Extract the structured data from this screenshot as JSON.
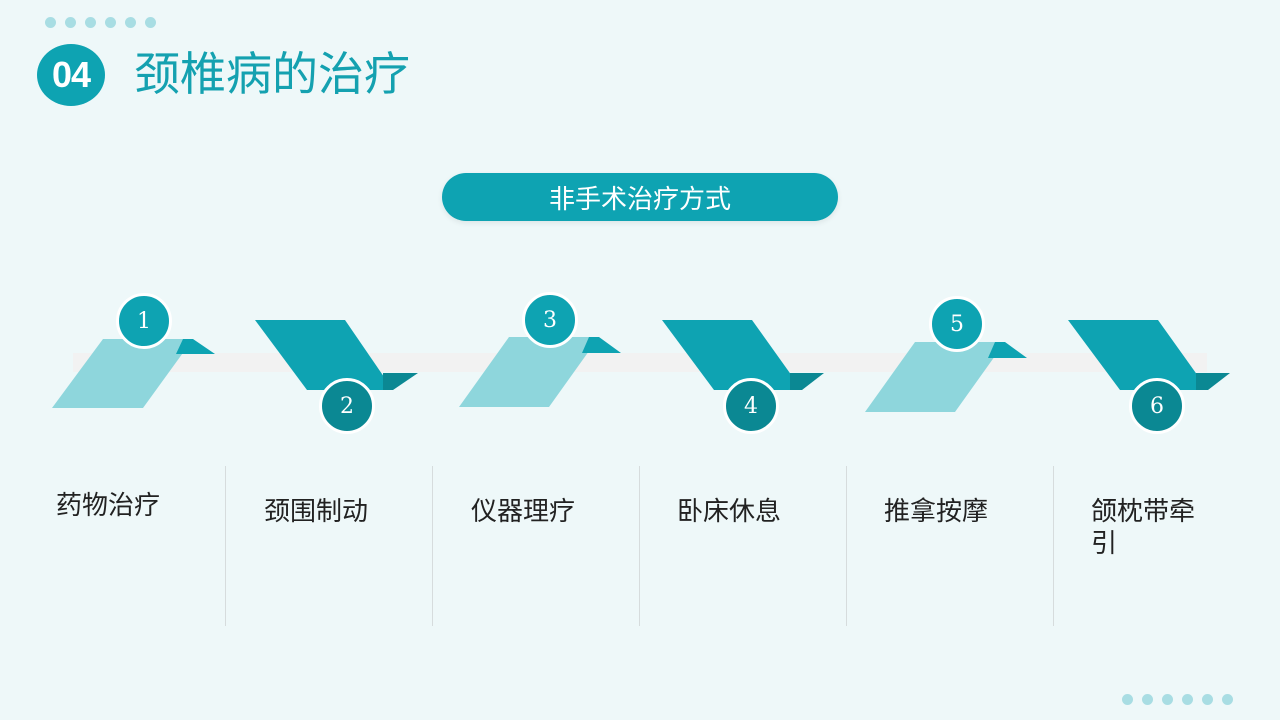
{
  "header": {
    "section_number": "04",
    "title": "颈椎病的治疗",
    "dot_count_top": 6,
    "dot_count_bottom": 6
  },
  "banner": {
    "label": "非手术治疗方式"
  },
  "colors": {
    "primary": "#0ea3b2",
    "dark": "#0b8893",
    "light": "#8ed6dc",
    "background": "#eef8f9",
    "track": "#f2f2f2"
  },
  "steps": [
    {
      "number": "1",
      "label": "药物治疗"
    },
    {
      "number": "2",
      "label": "颈围制动"
    },
    {
      "number": "3",
      "label": "仪器理疗"
    },
    {
      "number": "4",
      "label": "卧床休息"
    },
    {
      "number": "5",
      "label": "推拿按摩"
    },
    {
      "number": "6",
      "label": "颌枕带牵引"
    }
  ]
}
